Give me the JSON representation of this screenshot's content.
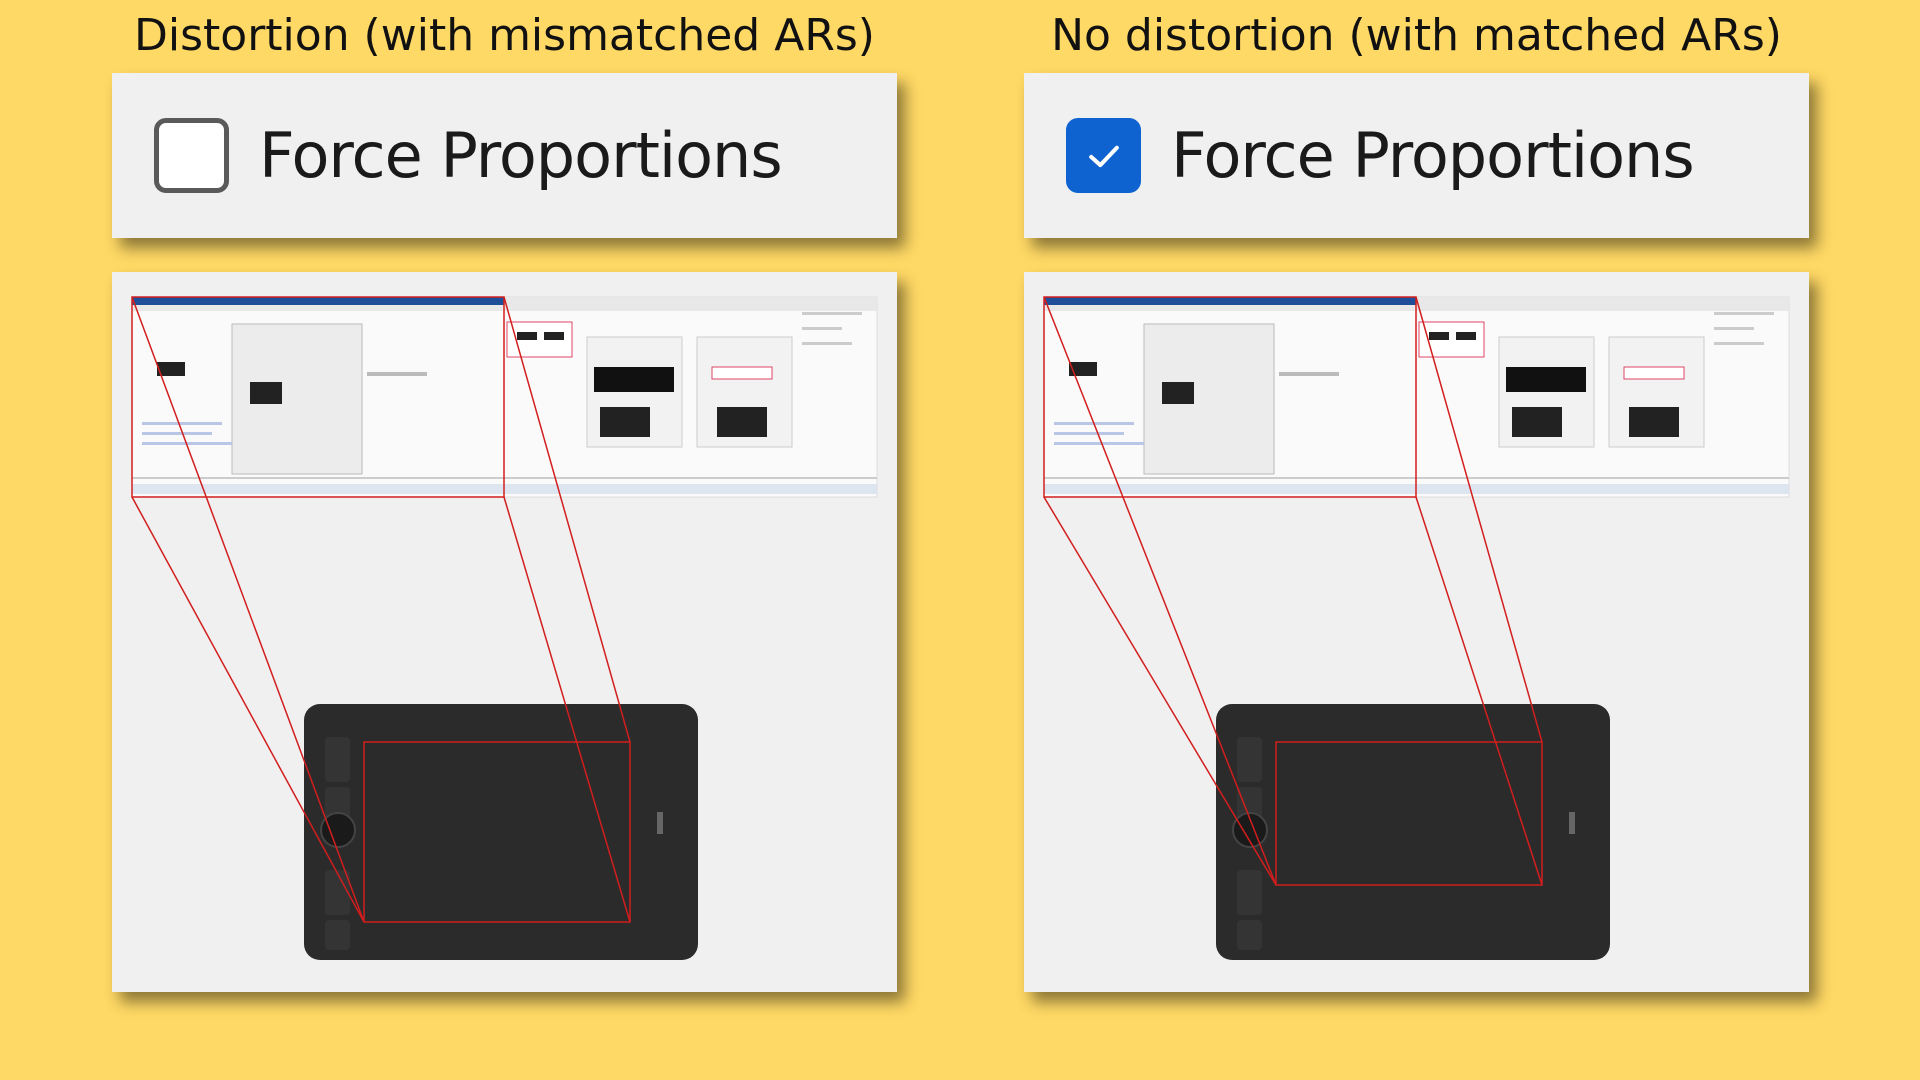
{
  "panels": [
    {
      "title": "Distortion (with mismatched ARs)",
      "option_label": "Force Proportions",
      "checked": false
    },
    {
      "title": "No distortion (with matched ARs)",
      "option_label": "Force Proportions",
      "checked": true
    }
  ],
  "colors": {
    "background": "#FFD965",
    "card": "#F0F0F0",
    "checkbox_checked": "#0F63D0",
    "mapping_lines": "#D21E1E",
    "tablet": "#2B2B2B"
  },
  "icons": {
    "checkmark": "checkmark-icon",
    "tablet": "pen-tablet-image",
    "screenshot": "multi-monitor-screenshot-thumbnail"
  }
}
